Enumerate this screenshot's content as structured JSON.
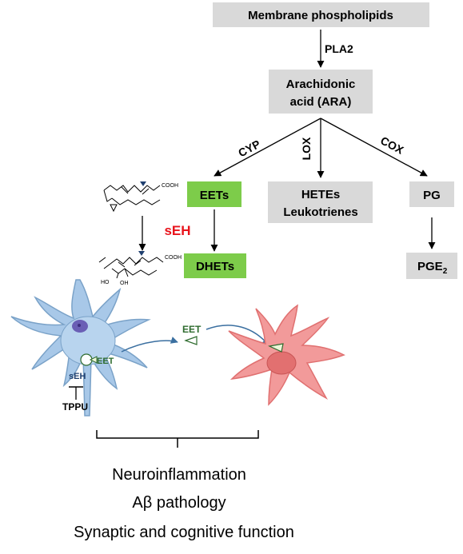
{
  "pathway": {
    "membrane": "Membrane phospholipids",
    "pla2": "PLA2",
    "ara_line1": "Arachidonic",
    "ara_line2": "acid (ARA)",
    "cyp": "CYP",
    "lox": "LOX",
    "cox": "COX",
    "eets": "EETs",
    "hetes": "HETEs",
    "leukotrienes": "Leukotrienes",
    "pg": "PG",
    "seh": "sEH",
    "dhets": "DHETs",
    "pge": "PGE",
    "pge_sub": "2"
  },
  "chemistry": {
    "cooh_top": "COOH",
    "cooh_bottom": "COOH",
    "ho_left": "HO",
    "oh_right": "OH"
  },
  "cells": {
    "eet_on_neuron": "EET",
    "seh_in_neuron": "sEH",
    "tppu": "TPPU",
    "eet_between": "EET"
  },
  "outcomes": {
    "line1": "Neuroinflammation",
    "line2_prefix": "A",
    "line2_beta": "β",
    "line2_suffix": " pathology",
    "line3": "Synaptic and cognitive function"
  },
  "colors": {
    "gray_box": "#d9d9d9",
    "green_box": "#7dcc4a",
    "seh_red": "#e8141c",
    "neuron_blue": "#a8c8e8",
    "glia_red": "#f29a9a",
    "eet_green": "#2e6b2e"
  }
}
